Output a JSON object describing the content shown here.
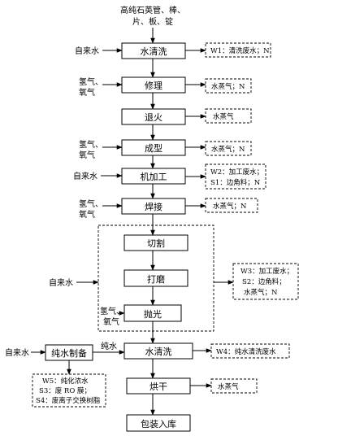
{
  "source_material": [
    "高纯石英管、棒、",
    "片、板、锭"
  ],
  "process_steps": {
    "water_wash_1": "水清洗",
    "repair": "修理",
    "annealing": "退火",
    "forming": "成型",
    "machining": "机加工",
    "welding": "焊接",
    "cutting": "切割",
    "grinding": "打磨",
    "polishing": "抛光",
    "pure_water_prep": "纯水制备",
    "water_wash_2": "水清洗",
    "drying": "烘干",
    "packaging": "包装入库"
  },
  "inputs": {
    "tap_water": "自来水",
    "hydrogen": "氢气、",
    "oxygen": "氧气",
    "pure_water": "纯水"
  },
  "outputs": {
    "w1": "W1：清洗废水；N",
    "steam_n": "水蒸气；N",
    "steam": "水蒸气",
    "w2": "W2：加工废水；",
    "s1": "S1：边角料；N",
    "w3": "W3：加工废水；",
    "s2": "S2：边角料；",
    "steam_n_2": "水蒸气；N",
    "w4": "W4：纯水清洗废水",
    "w5": "W5：纯化浓水",
    "s3": "S3：废 RO 膜；",
    "s4": "S4：废离子交换树脂"
  }
}
